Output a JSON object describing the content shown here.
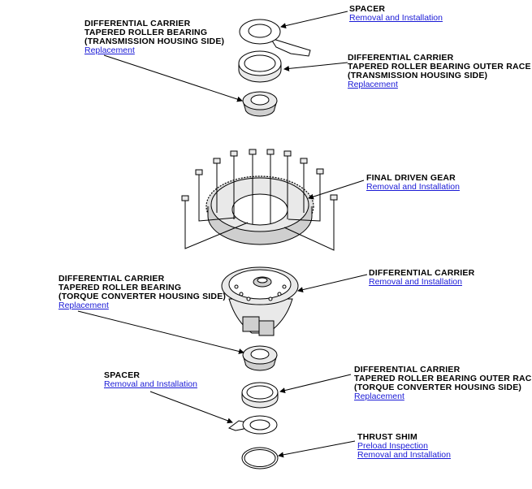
{
  "callouts": [
    {
      "id": "spacer-top",
      "lines": [
        "SPACER"
      ],
      "links": [
        "Removal and Installation"
      ]
    },
    {
      "id": "bearing-transmission",
      "lines": [
        "DIFFERENTIAL CARRIER",
        "TAPERED ROLLER BEARING",
        "(TRANSMISSION HOUSING SIDE)"
      ],
      "links": [
        "Replacement"
      ]
    },
    {
      "id": "outer-race-transmission",
      "lines": [
        "DIFFERENTIAL CARRIER",
        "TAPERED ROLLER BEARING OUTER RACE",
        "(TRANSMISSION HOUSING SIDE)"
      ],
      "links": [
        "Replacement"
      ]
    },
    {
      "id": "final-driven-gear",
      "lines": [
        "FINAL DRIVEN GEAR"
      ],
      "links": [
        "Removal and Installation"
      ]
    },
    {
      "id": "differential-carrier",
      "lines": [
        "DIFFERENTIAL CARRIER"
      ],
      "links": [
        "Removal and Installation"
      ]
    },
    {
      "id": "bearing-torque-converter",
      "lines": [
        "DIFFERENTIAL CARRIER",
        "TAPERED ROLLER BEARING",
        "(TORQUE CONVERTER HOUSING SIDE)"
      ],
      "links": [
        "Replacement"
      ]
    },
    {
      "id": "spacer-bottom",
      "lines": [
        "SPACER"
      ],
      "links": [
        "Removal and Installation"
      ]
    },
    {
      "id": "outer-race-torque-converter",
      "lines": [
        "DIFFERENTIAL CARRIER",
        "TAPERED ROLLER BEARING OUTER RACE",
        "(TORQUE CONVERTER HOUSING SIDE)"
      ],
      "links": [
        "Replacement"
      ]
    },
    {
      "id": "thrust-shim",
      "lines": [
        "THRUST SHIM"
      ],
      "links": [
        "Preload Inspection",
        "Removal and Installation"
      ]
    }
  ]
}
